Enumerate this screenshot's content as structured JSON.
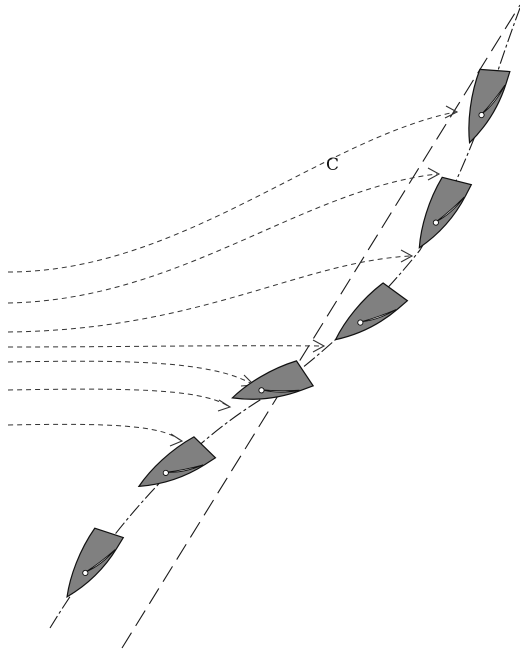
{
  "diagram": {
    "label": "C",
    "colors": {
      "hull": "#808080",
      "lines": "#1a1a1a",
      "background": "#ffffff"
    },
    "boats": [
      {
        "name": "boat-1"
      },
      {
        "name": "boat-2"
      },
      {
        "name": "boat-3"
      },
      {
        "name": "boat-4"
      },
      {
        "name": "boat-5"
      },
      {
        "name": "boat-6"
      }
    ],
    "wind_streams": [
      {
        "name": "wind-stream-1"
      },
      {
        "name": "wind-stream-2"
      },
      {
        "name": "wind-stream-3"
      },
      {
        "name": "wind-stream-4"
      },
      {
        "name": "wind-stream-5"
      },
      {
        "name": "wind-stream-6"
      },
      {
        "name": "wind-stream-7"
      }
    ]
  }
}
